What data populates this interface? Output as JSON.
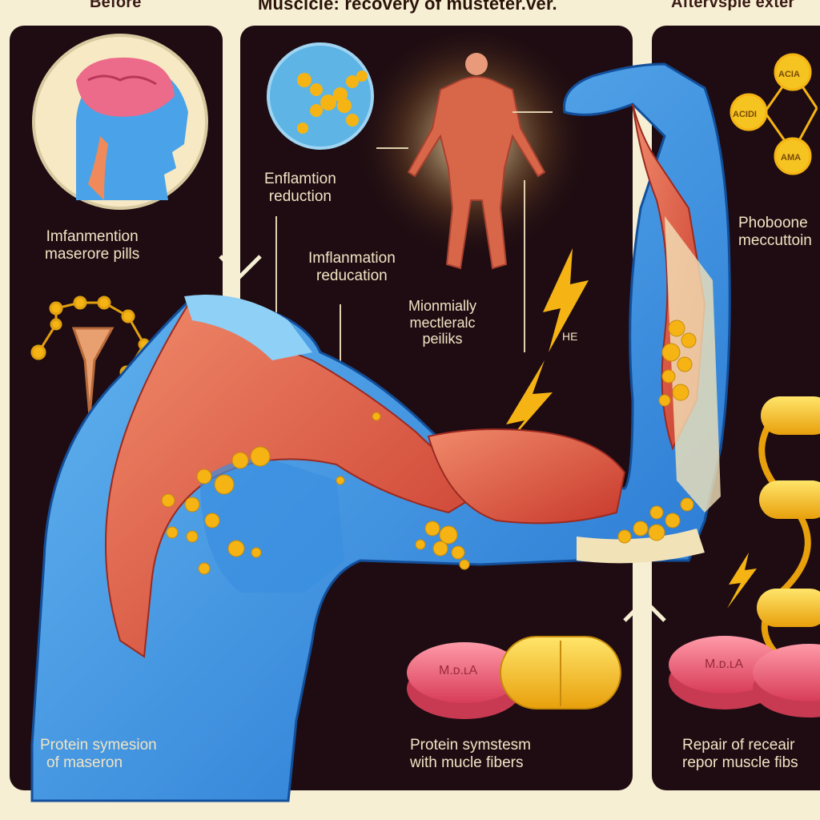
{
  "header": {
    "left": "Before",
    "center": "Muscicle: recovery of musteter.ver.",
    "right": "Aftervsple exter"
  },
  "labels": {
    "inflammation_pills_line1": "Imfanmention",
    "inflammation_pills_line2": "maserore pills",
    "enflamation_line1": "Enflamtion",
    "enflamation_line2": "reduction",
    "inflammation_reduction_line1": "Imflanmation",
    "inflammation_reduction_line2": "reducation",
    "minimally_line1": "Mionmially",
    "minimally_line2": "mectleralc",
    "minimally_line3": "peiliks",
    "he": "HE",
    "phoboone_line1": "Phoboone",
    "phoboone_line2": "meccuttoin",
    "protein_left_line1": "Protein symesion",
    "protein_left_line2": "of maseron",
    "protein_mid_line1": "Protein symstesm",
    "protein_mid_line2": "with mucle fibers",
    "repair_line1": "Repair of receair",
    "repair_line2": "repor muscle fibs",
    "acid_top": "ACIA",
    "acid_left": "ACIDI",
    "acid_bottom": "AMA",
    "pill_text": "M.ᴅ.ʟA"
  },
  "colors": {
    "panel": "#1e0c12",
    "background": "#f6efd4",
    "muscle_red": "#e2604a",
    "muscle_blue": "#3a8fe0",
    "molecule_gold": "#f5b414",
    "pill_pink": "#e8566e",
    "pill_yellow": "#f4c21c"
  }
}
